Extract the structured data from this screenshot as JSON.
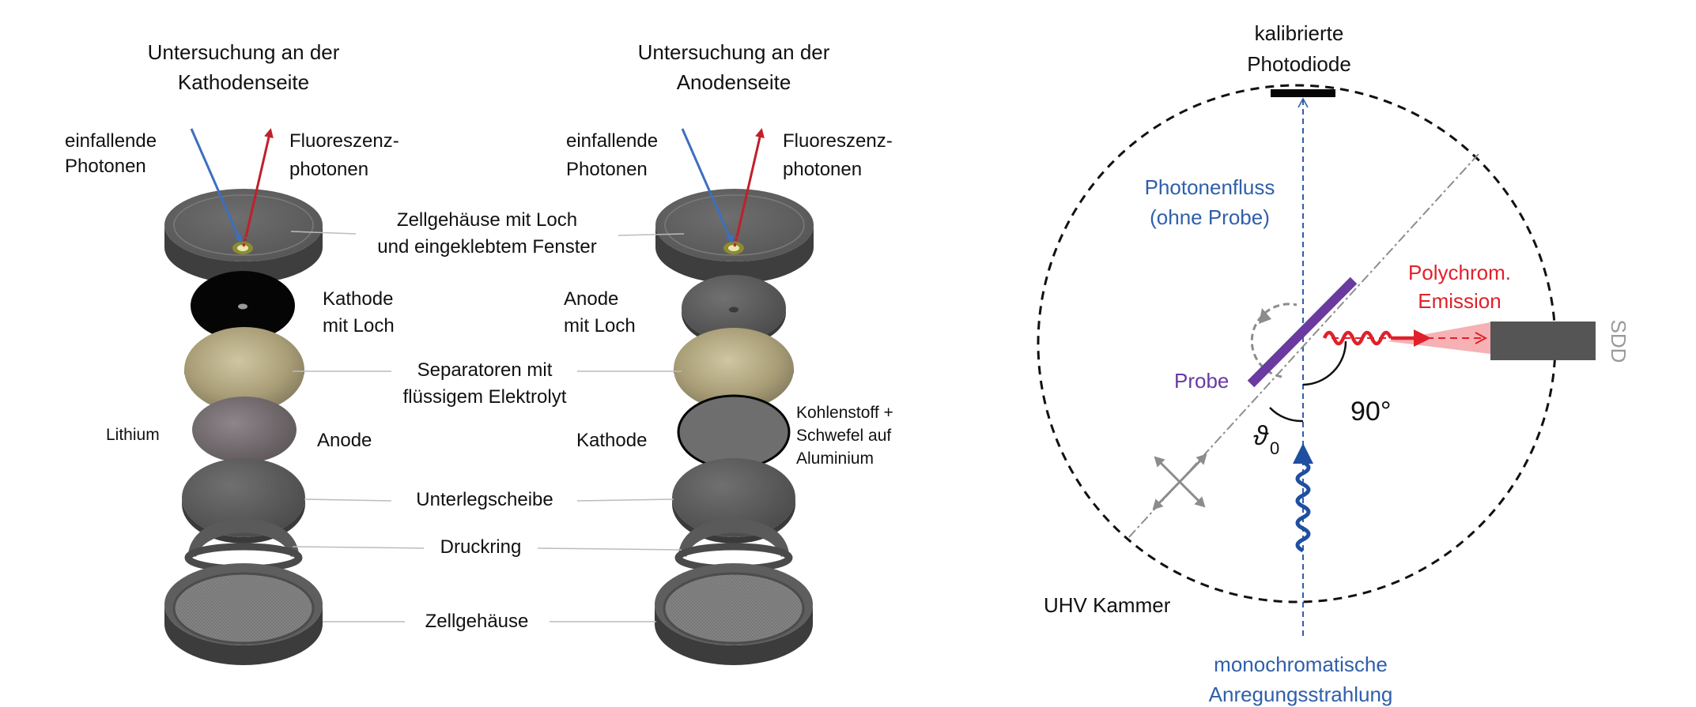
{
  "left": {
    "cathode_title": [
      "Untersuchung an der",
      "Kathodenseite"
    ],
    "anode_title": [
      "Untersuchung an der",
      "Anodenseite"
    ],
    "incident": [
      "einfallende",
      "Photonen"
    ],
    "fluorescence": [
      "Fluoreszenz-",
      "photonen"
    ],
    "housing_hole": [
      "Zellgehäuse mit Loch",
      "und eingeklebtem Fenster"
    ],
    "cathode_hole": [
      "Kathode",
      "mit Loch"
    ],
    "anode_hole": [
      "Anode",
      "mit Loch"
    ],
    "separators": [
      "Separatoren mit",
      "flüssigem Elektrolyt"
    ],
    "lithium": "Lithium",
    "anode": "Anode",
    "cathode": "Kathode",
    "carbon": [
      "Kohlenstoff +",
      "Schwefel auf",
      "Aluminium"
    ],
    "spacer": "Unterlegscheibe",
    "spring": "Druckring",
    "housing": "Zellgehäuse"
  },
  "right": {
    "photodiode": [
      "kalibrierte",
      "Photodiode"
    ],
    "flux": [
      "Photonenfluss",
      "(ohne Probe)"
    ],
    "emission": [
      "Polychrom.",
      "Emission"
    ],
    "sdd": "SDD",
    "sample": "Probe",
    "angle90": "90°",
    "theta": "ϑ",
    "theta_sub": "0",
    "chamber": "UHV Kammer",
    "beam": [
      "monochromatische",
      "Anregungsstrahlung"
    ]
  },
  "colors": {
    "blue_text": "#2f5faa",
    "red_text": "#e0202a",
    "purple": "#6a3aa0",
    "dark_blue": "#1e4fa0",
    "gray": "#8c8c8c",
    "disk": "#5c5c5c"
  }
}
